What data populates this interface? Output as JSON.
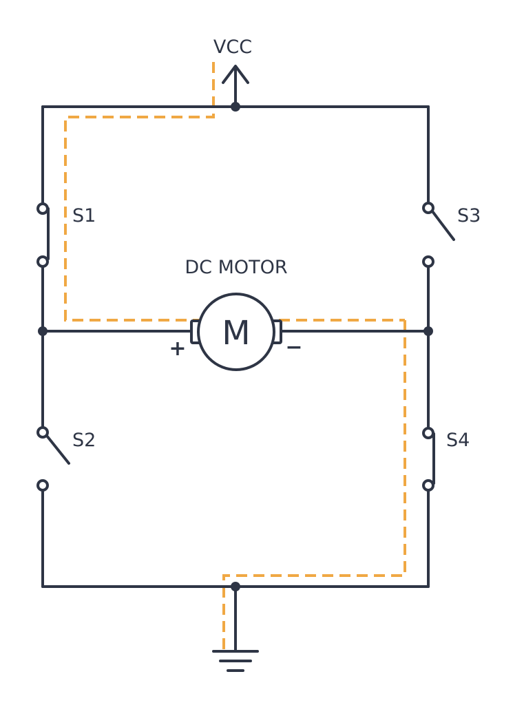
{
  "labels": {
    "vcc": "VCC",
    "motor_title": "DC MOTOR",
    "motor_symbol": "M",
    "plus": "+",
    "minus": "−"
  },
  "switches": [
    {
      "id": "s1",
      "label": "S1",
      "state": "closed"
    },
    {
      "id": "s2",
      "label": "S2",
      "state": "open"
    },
    {
      "id": "s3",
      "label": "S3",
      "state": "open"
    },
    {
      "id": "s4",
      "label": "S4",
      "state": "closed"
    }
  ],
  "colors": {
    "wire": "#2e3545",
    "current_path": "#f0a844",
    "background": "#ffffff"
  }
}
